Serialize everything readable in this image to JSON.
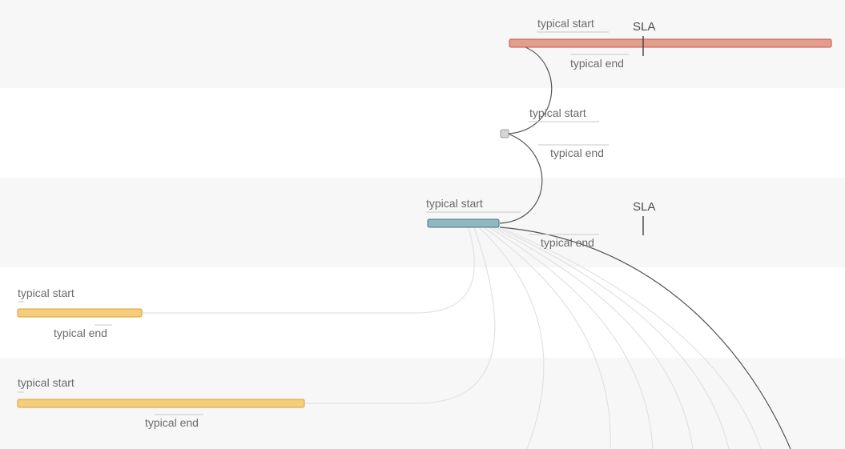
{
  "colors": {
    "row_band_alt": "#f7f7f7",
    "row_band_base": "#ffffff",
    "bar_red": "#e39c8d",
    "bar_teal": "#8fb8bf",
    "bar_amber": "#f6cd78",
    "bar_gray": "#d6d6d6",
    "connector_active": "#555555",
    "connector_muted": "#e2e2e2"
  },
  "rows": [
    {
      "id": "row-1",
      "bar_color": "red",
      "typical_start_label": "typical start",
      "typical_end_label": "typical end",
      "sla_label": "SLA"
    },
    {
      "id": "row-2",
      "bar_color": "gray",
      "typical_start_label": "typical start",
      "typical_end_label": "typical end",
      "sla_label": ""
    },
    {
      "id": "row-3",
      "bar_color": "teal",
      "typical_start_label": "typical start",
      "typical_end_label": "typical end",
      "sla_label": "SLA"
    },
    {
      "id": "row-4",
      "bar_color": "amber",
      "typical_start_label": "typical start",
      "typical_end_label": "typical end",
      "sla_label": ""
    },
    {
      "id": "row-5",
      "bar_color": "amber",
      "typical_start_label": "typical start",
      "typical_end_label": "typical end",
      "sla_label": ""
    }
  ]
}
